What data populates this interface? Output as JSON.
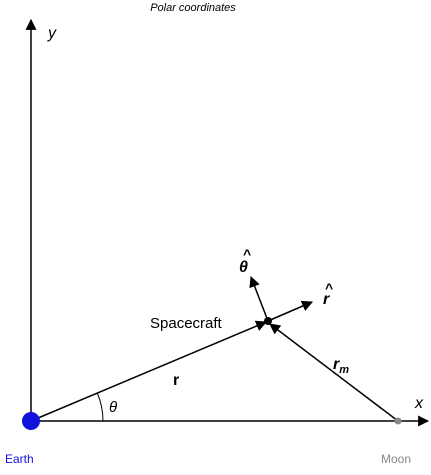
{
  "title": "Polar coordinates",
  "axes": {
    "x_label": "x",
    "y_label": "y"
  },
  "bodies": {
    "earth": {
      "label": "Earth",
      "color": "#1111dd"
    },
    "moon": {
      "label": "Moon",
      "color": "#888888"
    },
    "spacecraft": {
      "label": "Spacecraft",
      "color": "#000000"
    }
  },
  "vectors": {
    "r": {
      "label": "r"
    },
    "r_m": {
      "label": "r",
      "subscript": "m"
    },
    "r_hat": {
      "label": "r",
      "hat": "^"
    },
    "theta_hat": {
      "label": "θ",
      "hat": "^"
    }
  },
  "angle": {
    "label": "θ"
  },
  "colors": {
    "ink": "#000000",
    "earth_label": "#1111dd",
    "moon_label": "#888888"
  }
}
